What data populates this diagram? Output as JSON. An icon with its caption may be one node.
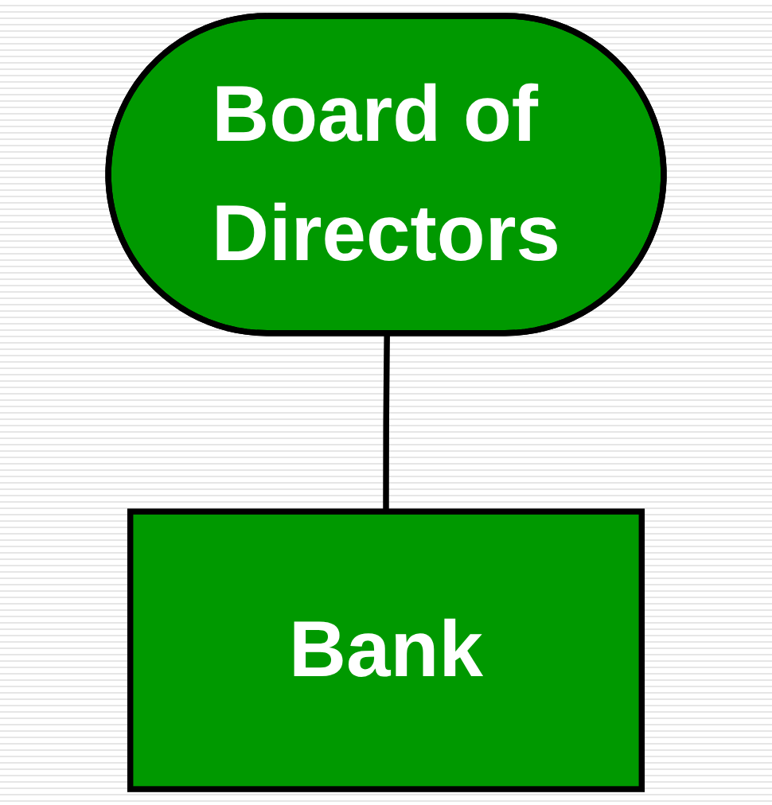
{
  "diagram": {
    "nodes": [
      {
        "text": [
          "Board of Directors"
        ]
      },
      {
        "text": [
          "Bank"
        ]
      }
    ],
    "edges": [
      {
        "from": 0,
        "to": 1,
        "arrow": "none"
      }
    ]
  }
}
